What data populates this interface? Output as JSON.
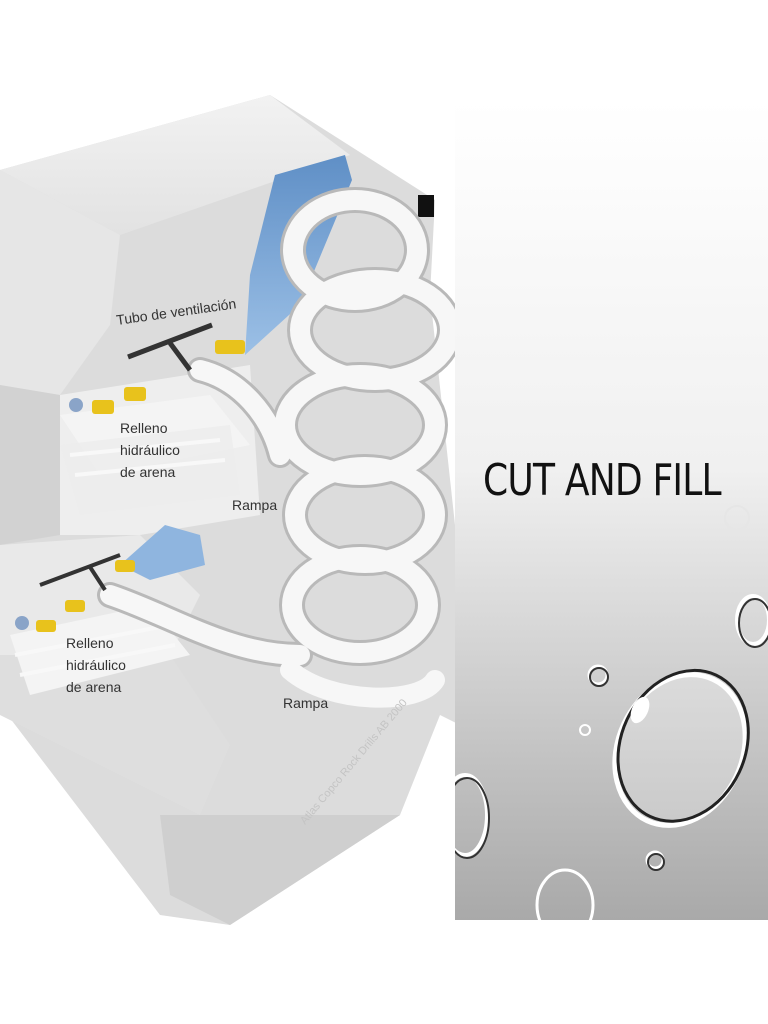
{
  "slide": {
    "title": "CUT AND FILL"
  },
  "diagram": {
    "ventilation_label": "Tubo de ventilación",
    "fill_label_top": [
      "Relleno",
      "hidráulico",
      "de arena"
    ],
    "fill_label_bottom": [
      "Relleno",
      "hidráulico",
      "de arena"
    ],
    "ramp_label_top": "Rampa",
    "ramp_label_bottom": "Rampa",
    "watermark": "Atlas Copco Rock Drills AB 2000"
  },
  "colors": {
    "ore_blue": "#7aa6d6",
    "rock_gray": "#dcdcdc",
    "machine_yellow": "#e8c21c",
    "panel_gradient_top": "#ffffff",
    "panel_gradient_bottom": "#a9a9a9"
  }
}
